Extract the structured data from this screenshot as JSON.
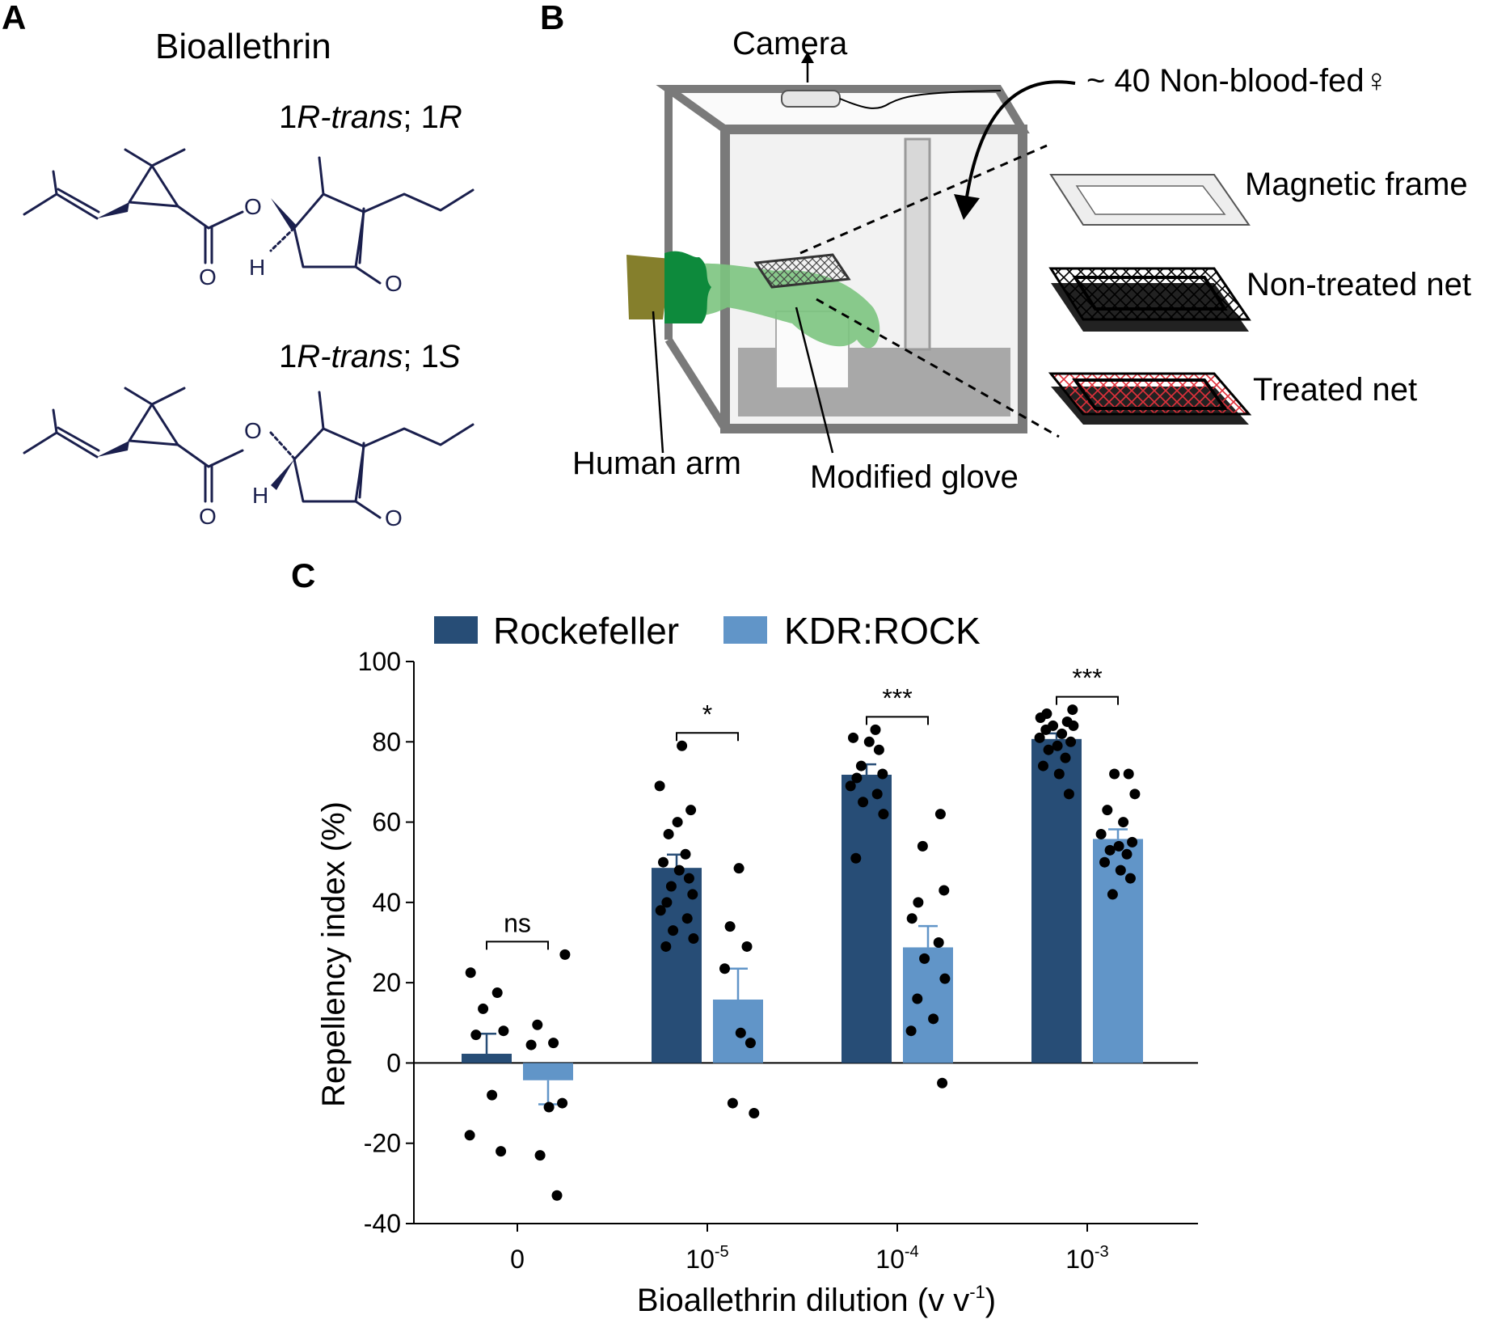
{
  "panels": {
    "a": {
      "letter": "A",
      "title": "Bioallethrin",
      "isomer1_pre": "1",
      "isomer1_it1": "R-trans",
      "isomer1_mid": "; 1",
      "isomer1_it2": "R",
      "isomer2_pre": "1",
      "isomer2_it1": "R-trans",
      "isomer2_mid": "; 1",
      "isomer2_it2": "S",
      "atom_o": "O",
      "atom_h": "H"
    },
    "b": {
      "letter": "B",
      "camera": "Camera",
      "mosquitoes": "~ 40 Non-blood-fed♀",
      "magnetic_frame": "Magnetic frame",
      "non_treated_net": "Non-treated net",
      "treated_net": "Treated net",
      "human_arm": "Human arm",
      "modified_glove": "Modified glove"
    },
    "c": {
      "letter": "C"
    }
  },
  "colors": {
    "rockefeller": "#274d76",
    "kdr_rock": "#6195c8",
    "chem": "#1a1f4d"
  },
  "chart_data": {
    "type": "bar",
    "categories": [
      "0",
      "10-5",
      "10-4",
      "10-3"
    ],
    "category_labels": [
      {
        "base": "0",
        "exp": ""
      },
      {
        "base": "10",
        "exp": "-5"
      },
      {
        "base": "10",
        "exp": "-4"
      },
      {
        "base": "10",
        "exp": "-3"
      }
    ],
    "series": [
      {
        "name": "Rockefeller",
        "color": "#274d76",
        "values": [
          2.3,
          48.6,
          71.8,
          80.7
        ],
        "sem": [
          5.0,
          3.3,
          2.6,
          1.4
        ],
        "points": [
          [
            22.5,
            17.5,
            13.5,
            8.0,
            7.0,
            -8.0,
            -18.0,
            -22.0
          ],
          [
            79,
            69,
            63,
            60,
            57,
            52,
            50,
            48,
            46,
            44,
            42,
            40,
            38,
            36,
            33,
            31,
            29
          ],
          [
            83,
            81,
            80,
            78,
            74,
            72,
            71,
            69,
            67,
            65,
            62,
            51
          ],
          [
            88,
            87,
            86,
            85,
            84,
            84,
            83,
            82,
            81,
            80,
            79,
            78,
            76,
            74,
            72,
            67
          ]
        ]
      },
      {
        "name": "KDR:ROCK",
        "color": "#6195c8",
        "values": [
          -4.3,
          15.8,
          28.8,
          55.8
        ],
        "sem": [
          6.0,
          7.7,
          5.3,
          2.4
        ],
        "points": [
          [
            27,
            9.5,
            5.0,
            4.5,
            -10.0,
            -11.0,
            -23.0,
            -33.0
          ],
          [
            48.5,
            34.0,
            29.0,
            23.5,
            7.5,
            5.0,
            -10.0,
            -12.5
          ],
          [
            62,
            54,
            43,
            40,
            36,
            30,
            26,
            21,
            16,
            11,
            8,
            -5
          ],
          [
            72,
            72,
            67,
            63,
            60,
            57,
            55,
            54,
            53,
            52,
            50,
            48,
            46,
            42
          ]
        ]
      }
    ],
    "significance": [
      "ns",
      "*",
      "***",
      "***"
    ],
    "xlabel": "Bioallethrin dilution (v v",
    "xlabel_sup": "-1",
    "xlabel_close": ")",
    "ylabel": "Repellency index (%)",
    "ylim": [
      -40,
      100
    ],
    "yticks": [
      "100",
      "80",
      "60",
      "40",
      "20",
      "0",
      "-20",
      "-40"
    ],
    "ytick_values": [
      100,
      80,
      60,
      40,
      20,
      0,
      -20,
      -40
    ],
    "grid": false,
    "legend_position": "top"
  }
}
